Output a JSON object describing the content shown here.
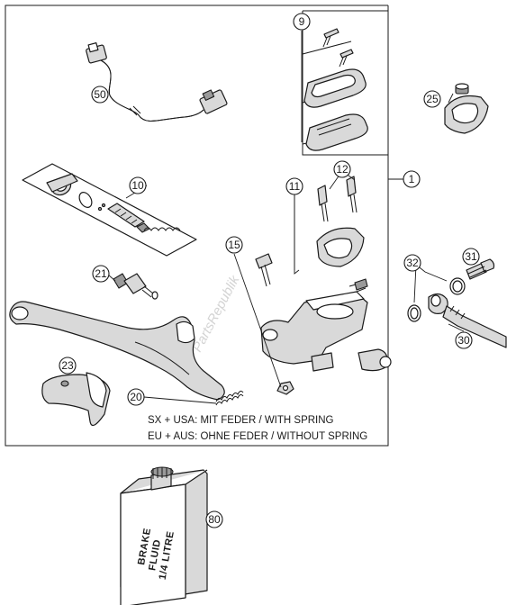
{
  "callouts": {
    "c1": "1",
    "c9": "9",
    "c10": "10",
    "c11": "11",
    "c12": "12",
    "c15": "15",
    "c20": "20",
    "c21": "21",
    "c23": "23",
    "c25": "25",
    "c30": "30",
    "c31": "31",
    "c32": "32",
    "c50": "50",
    "c80": "80"
  },
  "notes": {
    "line1": "SX + USA:  MIT FEDER / WITH SPRING",
    "line2": "EU + AUS:  OHNE FEDER / WITHOUT SPRING"
  },
  "can_label": {
    "line1": "BRAKE",
    "line2": "FLUID",
    "line3": "1/4 LITRE"
  },
  "watermark": "PartsRepublik"
}
